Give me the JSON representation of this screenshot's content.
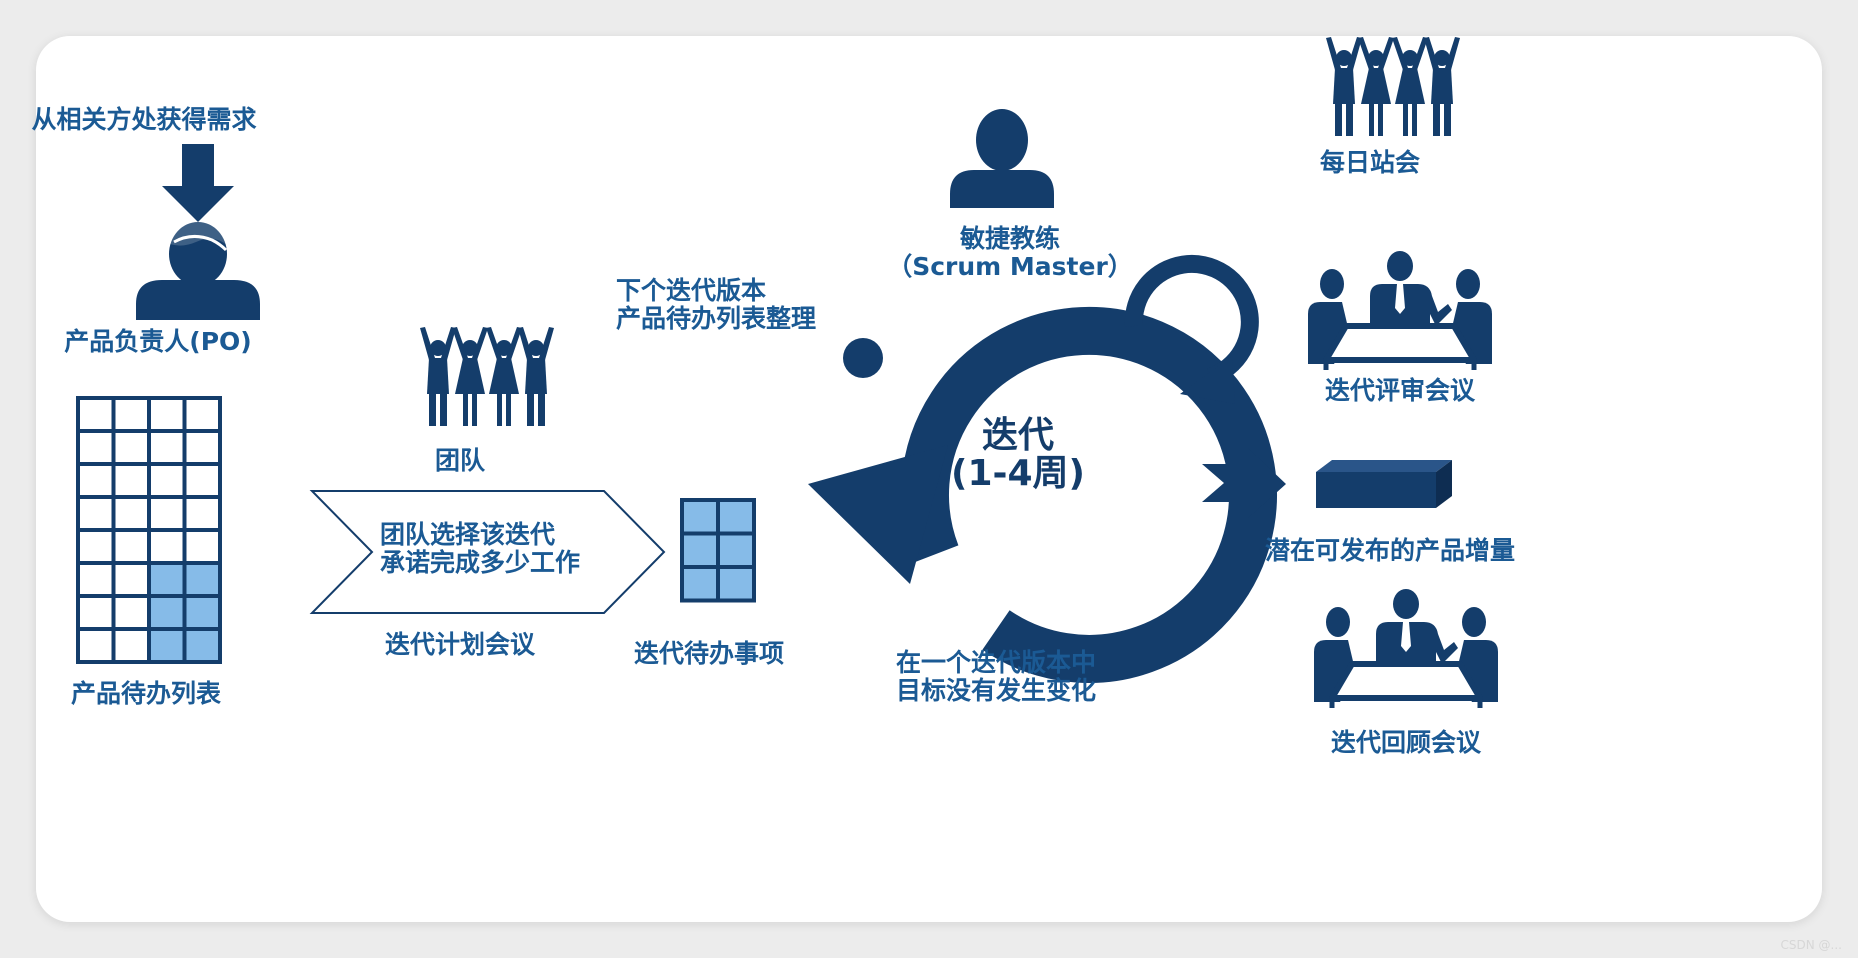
{
  "colors": {
    "navy": "#143d6b",
    "label_blue": "#1b5a94",
    "light_blue": "#86bbe8"
  },
  "po": {
    "requirement_label": "从相关方处获得需求",
    "role_label": "产品负责人(PO)",
    "icon": "product-owner-icon"
  },
  "product_backlog": {
    "label": "产品待办列表"
  },
  "team": {
    "label": "团队",
    "icon": "team-icon"
  },
  "planning": {
    "line1": "团队选择该迭代",
    "line2": "承诺完成多少工作",
    "meeting_label": "迭代计划会议"
  },
  "next_backlog": {
    "line1": "下个迭代版本",
    "line2": "产品待办列表整理"
  },
  "sprint_backlog": {
    "label": "迭代待办事项"
  },
  "scrum_master": {
    "line1": "敏捷教练",
    "line2": "（Scrum Master）",
    "icon": "scrum-master-icon"
  },
  "sprint": {
    "line1": "迭代",
    "line2": "(1-4周)"
  },
  "sprint_goal": {
    "line1": "在一个迭代版本中",
    "line2": "目标没有发生变化"
  },
  "events": {
    "daily_standup": "每日站会",
    "sprint_review": "迭代评审会议",
    "increment": "潜在可发布的产品增量",
    "retrospective": "迭代回顾会议"
  },
  "watermark": "CSDN @..."
}
